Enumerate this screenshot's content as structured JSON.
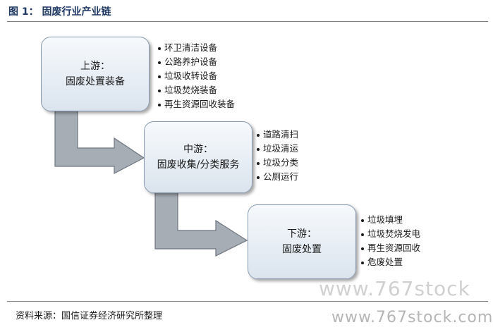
{
  "header": {
    "title": "图 1：  固废行业产业链"
  },
  "stages": [
    {
      "title": "上游：",
      "subtitle": "固废处置装备",
      "items": [
        "环卫清洁设备",
        "公路养护设备",
        "垃圾收转设备",
        "垃圾焚烧装备",
        "再生资源回收装备"
      ]
    },
    {
      "title": "中游：",
      "subtitle": "固废收集/分类服务",
      "items": [
        "道路清扫",
        "垃圾清运",
        "垃圾分类",
        "公厕运行"
      ]
    },
    {
      "title": "下游：",
      "subtitle": "固废处置",
      "items": [
        "垃圾填埋",
        "垃圾焚烧发电",
        "再生资源回收",
        "危废处置"
      ]
    }
  ],
  "footer": {
    "source": "资料来源：国信证券经济研究所整理"
  },
  "watermark": {
    "line1": "www.767stock",
    "line2": "www.767stock.com"
  },
  "colors": {
    "title": "#1f3864",
    "box_border": "#8a9bb0",
    "arrow_fill": "#a6adb5"
  }
}
